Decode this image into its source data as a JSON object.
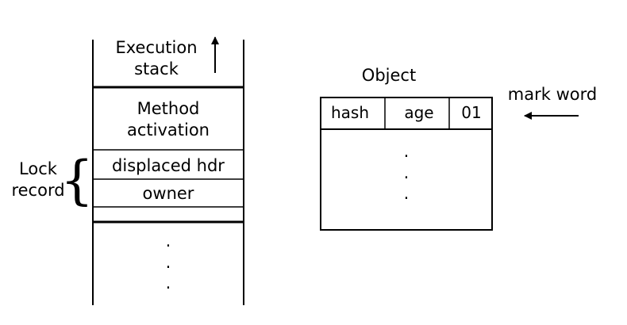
{
  "stack": {
    "header_line1": "Execution",
    "header_line2": "stack",
    "method_line1": "Method",
    "method_line2": "activation",
    "displaced": "displaced hdr",
    "owner": "owner",
    "dots": "·"
  },
  "lock_record": {
    "line1": "Lock",
    "line2": "record",
    "brace": "{"
  },
  "object": {
    "title": "Object",
    "hash": "hash",
    "age": "age",
    "bits": "01",
    "dots": "·"
  },
  "mark_word": {
    "label": "mark word"
  }
}
